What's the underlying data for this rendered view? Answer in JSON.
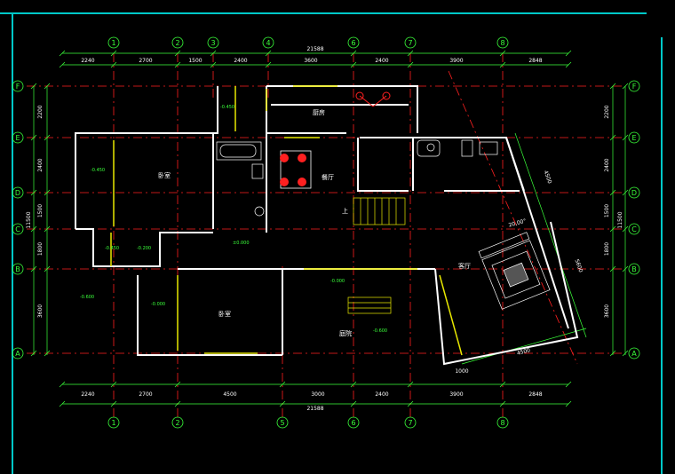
{
  "colors": {
    "background": "#000000",
    "frame": "#00c8c8",
    "wall": "#ffffff",
    "gridline": "#ff2020",
    "dimension": "#3aff3a",
    "text": "#ffffff",
    "door": "#e8e800",
    "furniture_red": "#ff2020"
  },
  "axes": {
    "top": [
      "1",
      "2",
      "3",
      "4",
      "6",
      "7",
      "8"
    ],
    "bottom": [
      "1",
      "2",
      "5",
      "6",
      "7",
      "8"
    ],
    "left": [
      "F",
      "E",
      "D",
      "C",
      "B",
      "A"
    ],
    "right": [
      "F",
      "E",
      "D",
      "C",
      "B",
      "A"
    ]
  },
  "dimensions": {
    "top_segments": [
      "2240",
      "2700",
      "1500",
      "2400",
      "3600",
      "2400",
      "3900",
      "2848"
    ],
    "top_total": "21588",
    "bottom_segments": [
      "2240",
      "2700",
      "4500",
      "3000",
      "2400",
      "3900",
      "2848"
    ],
    "bottom_total": "21588",
    "left_segments": [
      "2200",
      "2400",
      "1500",
      "1800",
      "3600"
    ],
    "left_total": "11500",
    "right_segments": [
      "2200",
      "2400",
      "1500",
      "1800",
      "3600"
    ],
    "right_total": "11500",
    "diagonal": [
      "4500",
      "5600",
      "4500",
      "1000",
      "20,00°"
    ]
  },
  "rooms": {
    "kitchen": "厨房",
    "dining": "餐厅",
    "bedroom_1": "卧室",
    "bedroom_2": "卧室",
    "courtyard": "庭院",
    "living": "客厅",
    "stairs_up": "上"
  },
  "levels": [
    "-0.450",
    "-0.450",
    "-0.450",
    "-0.200",
    "-0.600",
    "±0.000",
    "-0.000",
    "-0.000",
    "-0.600"
  ]
}
